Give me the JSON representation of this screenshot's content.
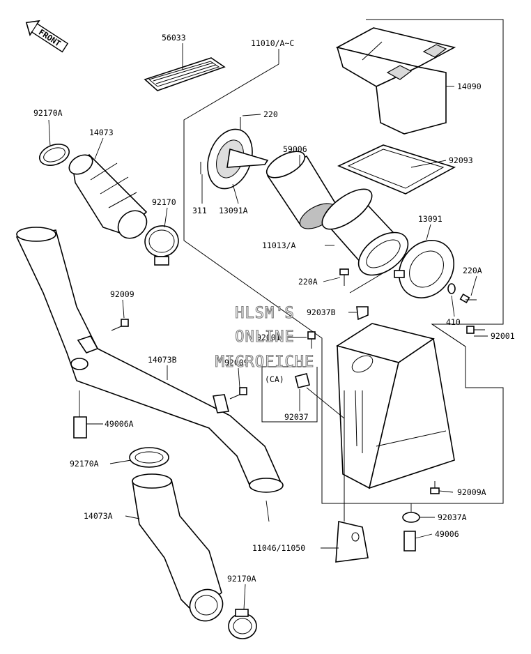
{
  "direction_label": "FRONT",
  "watermark": [
    "HLSM'S",
    "ONLINE",
    "MICROFICHE"
  ],
  "parts": [
    {
      "key": "p56033",
      "label": "56033"
    },
    {
      "key": "p11010",
      "label": "11010/A~C"
    },
    {
      "key": "p14090",
      "label": "14090"
    },
    {
      "key": "p92170A_top",
      "label": "92170A"
    },
    {
      "key": "p14073",
      "label": "14073"
    },
    {
      "key": "p220",
      "label": "220"
    },
    {
      "key": "p59006",
      "label": "59006"
    },
    {
      "key": "p92093",
      "label": "92093"
    },
    {
      "key": "p92170",
      "label": "92170"
    },
    {
      "key": "p311",
      "label": "311"
    },
    {
      "key": "p13091A",
      "label": "13091A"
    },
    {
      "key": "p13091",
      "label": "13091"
    },
    {
      "key": "p11013A",
      "label": "11013/A"
    },
    {
      "key": "p220A_right",
      "label": "220A"
    },
    {
      "key": "p220A_left",
      "label": "220A"
    },
    {
      "key": "p92009_top",
      "label": "92009"
    },
    {
      "key": "p92037B",
      "label": "92037B"
    },
    {
      "key": "p410",
      "label": "410"
    },
    {
      "key": "p92001_left",
      "label": "92001"
    },
    {
      "key": "p92001_right",
      "label": "92001"
    },
    {
      "key": "p14073B",
      "label": "14073B"
    },
    {
      "key": "p92009_mid",
      "label": "92009"
    },
    {
      "key": "pCA",
      "label": "(CA)"
    },
    {
      "key": "p92037",
      "label": "92037"
    },
    {
      "key": "p49006A",
      "label": "49006A"
    },
    {
      "key": "p92170A_mid",
      "label": "92170A"
    },
    {
      "key": "p92009A",
      "label": "92009A"
    },
    {
      "key": "p14073A",
      "label": "14073A"
    },
    {
      "key": "p92037A",
      "label": "92037A"
    },
    {
      "key": "p49006",
      "label": "49006"
    },
    {
      "key": "p11046",
      "label": "11046/11050"
    },
    {
      "key": "p92170A_bot",
      "label": "92170A"
    }
  ]
}
